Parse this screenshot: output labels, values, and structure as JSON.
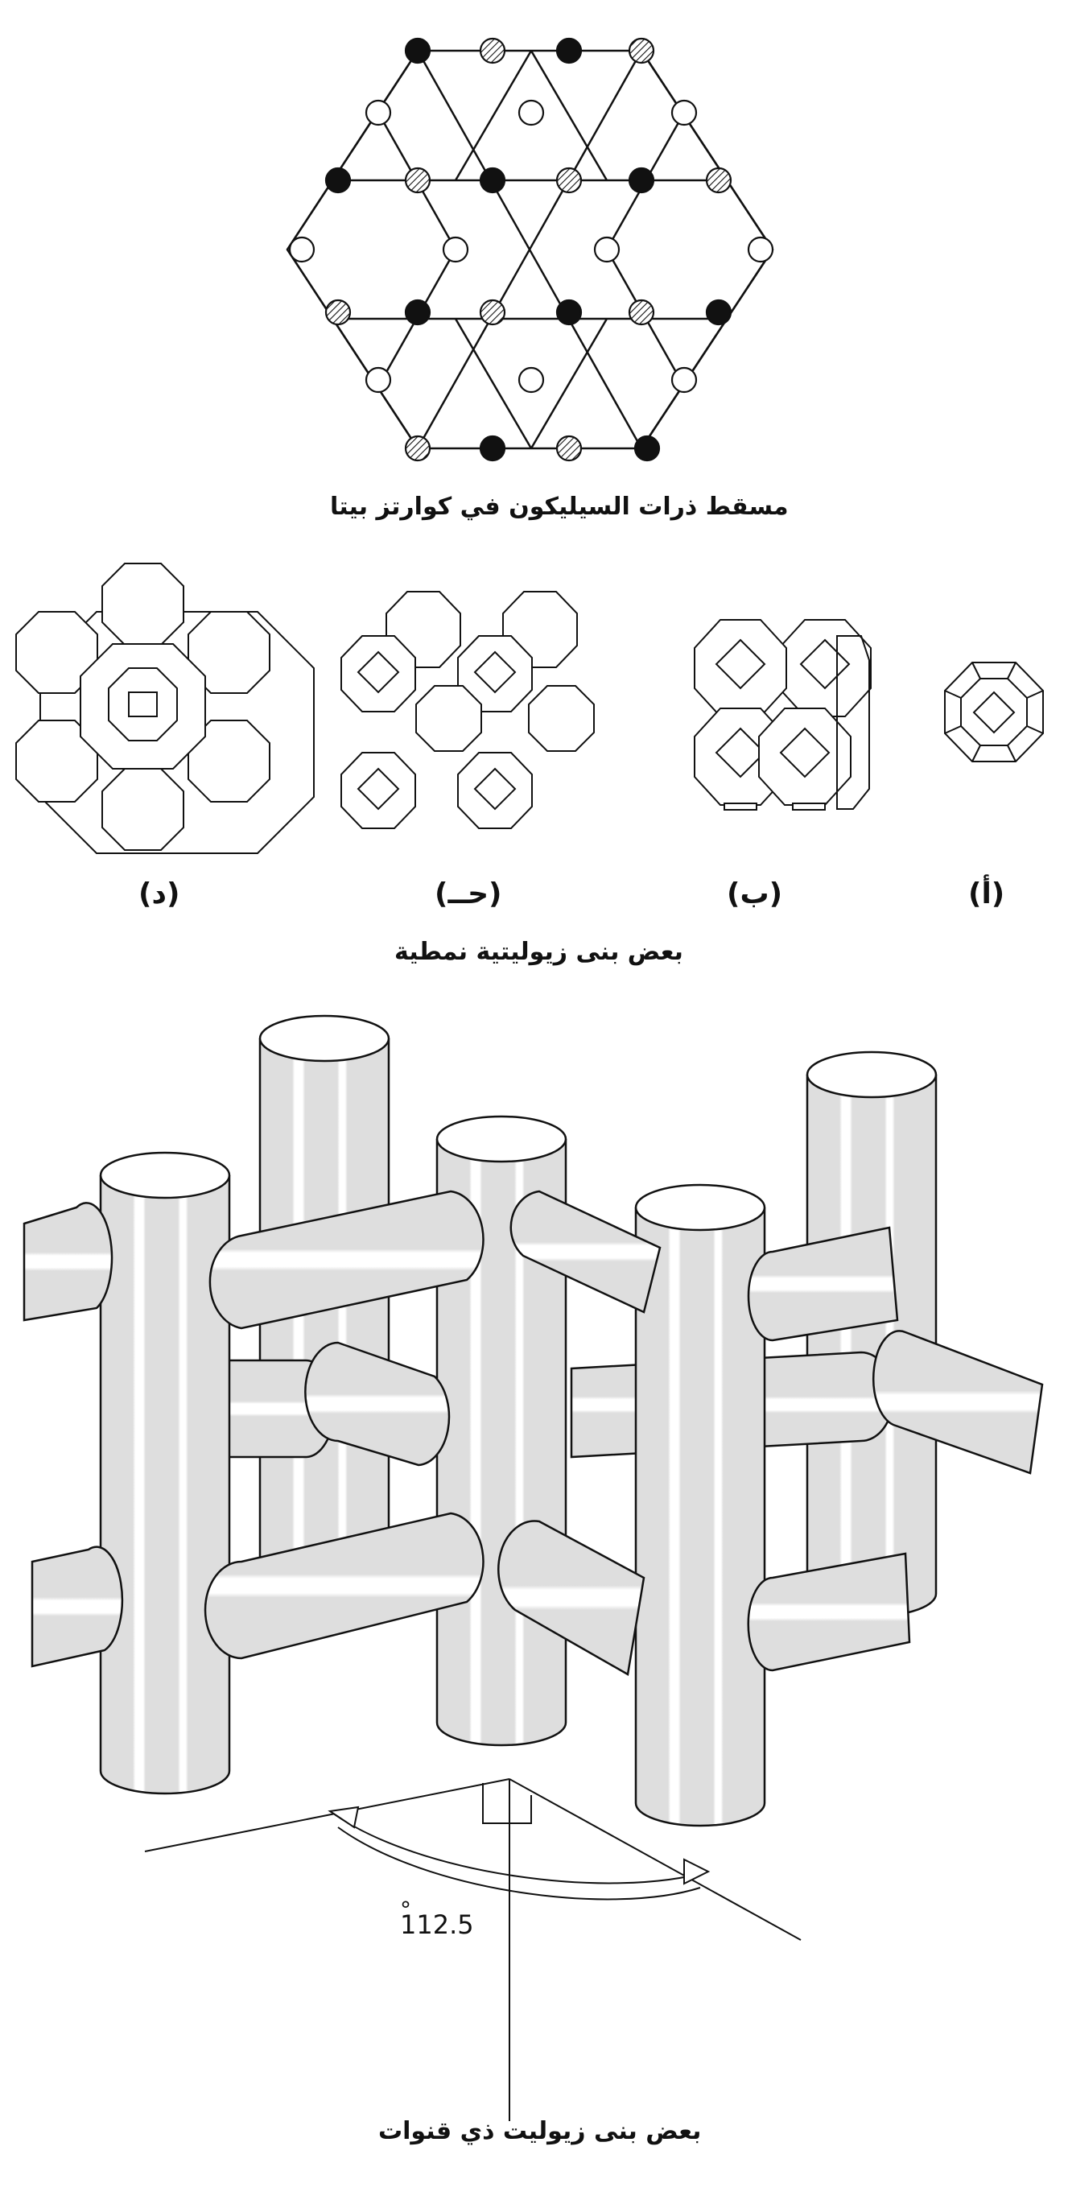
{
  "captions": {
    "quartz": "مسقط ذرات السيليكون في كوارتز بيتا",
    "typical": "بعض بنى زيوليتية نمطية",
    "channels": "بعض بنى زيوليت ذي قنوات"
  },
  "structure_labels": [
    "(أ)",
    "(ب)",
    "(حــ)",
    "(د)"
  ],
  "angle": {
    "value": "112.5",
    "unit": "°"
  }
}
